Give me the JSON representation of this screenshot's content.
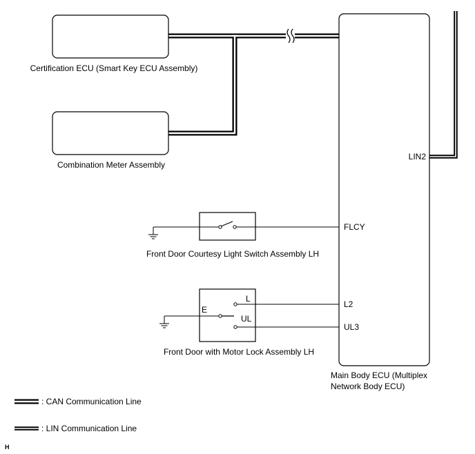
{
  "components": {
    "certification_ecu": "Certification ECU (Smart Key ECU Assembly)",
    "combination_meter": "Combination Meter Assembly",
    "courtesy_switch": "Front Door Courtesy Light Switch Assembly LH",
    "motor_lock": "Front Door with Motor Lock Assembly LH",
    "main_body_ecu_line1": "Main Body ECU (Multiplex",
    "main_body_ecu_line2": "Network Body ECU)"
  },
  "pins": {
    "lin2": "LIN2",
    "flcy": "FLCY",
    "l2": "L2",
    "ul3": "UL3"
  },
  "switch_labels": {
    "e": "E",
    "l": "L",
    "ul": "UL"
  },
  "legend": {
    "can": ": CAN Communication Line",
    "lin": ": LIN Communication Line"
  },
  "corner_mark": "H"
}
